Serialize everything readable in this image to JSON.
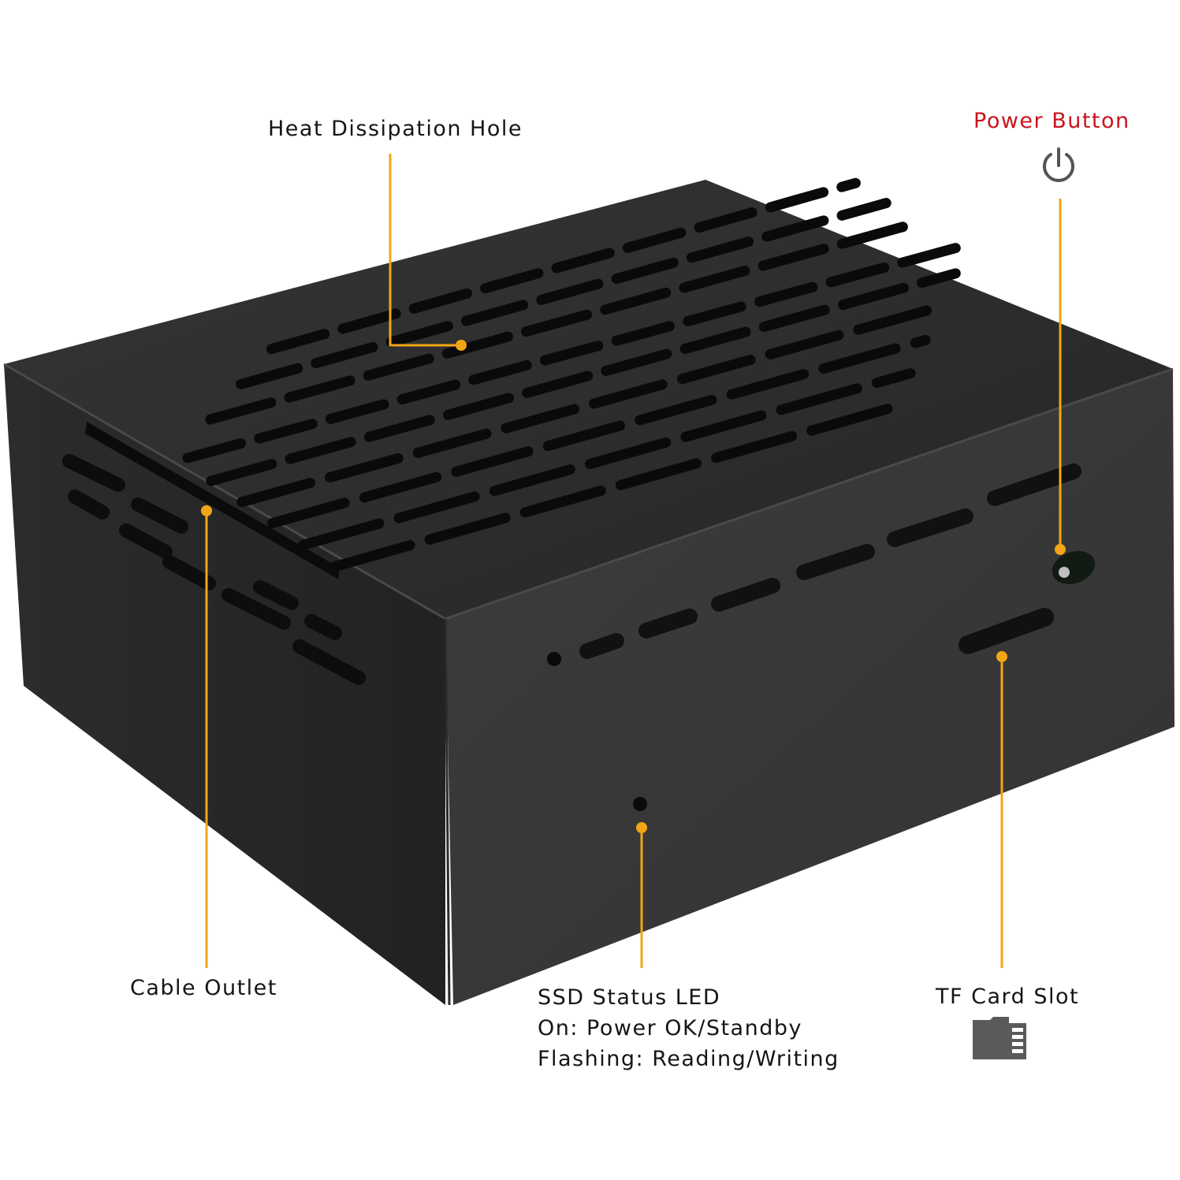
{
  "annotations": {
    "heat_dissipation": {
      "label": "Heat Dissipation Hole"
    },
    "power_button": {
      "label": "Power Button",
      "icon": "power-icon",
      "color": "#c8141c"
    },
    "cable_outlet": {
      "label": "Cable Outlet"
    },
    "ssd_led": {
      "title": "SSD Status LED",
      "line1": "On: Power OK/Standby",
      "line2": "Flashing: Reading/Writing"
    },
    "tf_card": {
      "label": "TF Card Slot",
      "icon": "micro-sd-card-icon"
    }
  },
  "colors": {
    "leader_line": "#f2a516",
    "case_top": "#2e2e2e",
    "case_front": "#3a3a3a",
    "case_side": "#2a2a2a"
  }
}
